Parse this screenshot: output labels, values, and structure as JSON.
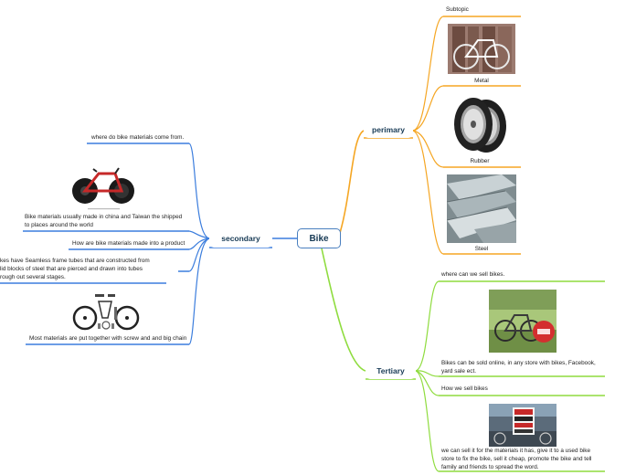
{
  "root": {
    "label": "Bike"
  },
  "branches": {
    "primary": {
      "label": "perimary",
      "subtopic_label": "Subtopic",
      "items": [
        {
          "caption": "Metal",
          "image": "bike-frame-photo"
        },
        {
          "caption": "Rubber",
          "image": "tire-photo"
        },
        {
          "caption": "Steel",
          "image": "steel-tubes-photo"
        }
      ]
    },
    "secondary": {
      "label": "secondary",
      "items": [
        {
          "text": "where do bike materials come from."
        },
        {
          "text": "Bike materials usually made in china and Taiwan the shipped to places around the world",
          "image": "racing-bike-photo"
        },
        {
          "text": "How are bike materials made into a product"
        },
        {
          "text": "kes have Seamless frame tubes that are constructed from lid blocks of steel that are pierced and drawn into tubes rough out several stages."
        },
        {
          "text": "Most materials are put together with screw and and big chain",
          "image": "bike-parts-photo"
        }
      ]
    },
    "tertiary": {
      "label": "Tertiary",
      "items": [
        {
          "text": "where can we sell bikes."
        },
        {
          "text": "Bikes can be sold online, in any store with bikes, Facebook, yard sale ect.",
          "image": "bike-sale-photo"
        },
        {
          "text": "How we sell bikes"
        },
        {
          "text": "we can sell it for the materials it has, give it to a used bike store to fix the bike, sell it cheap, promote the bike and tell family and friends to spread the word.",
          "image": "bike-shop-sign-photo"
        }
      ]
    }
  },
  "colors": {
    "primary": "#f5a623",
    "secondary": "#3b7ddd",
    "tertiary": "#8fdc3f",
    "root_border": "#4a7fbf",
    "node_text": "#173a55"
  }
}
